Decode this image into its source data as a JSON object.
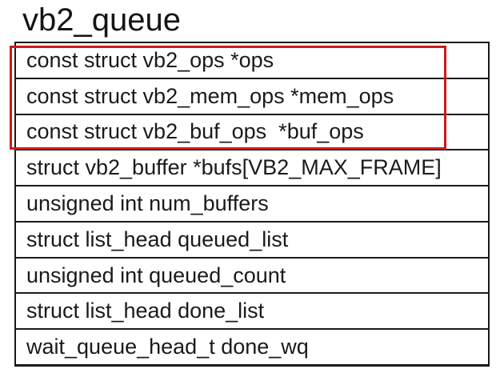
{
  "page": {
    "background_color": "#ffffff"
  },
  "diagram": {
    "title": "vb2_queue",
    "table": {
      "border_color": "#1a1a1a",
      "text_color": "#1a1a1a",
      "fields": [
        {
          "label": "const struct vb2_ops *ops",
          "highlighted": true
        },
        {
          "label": "const struct vb2_mem_ops *mem_ops",
          "highlighted": true
        },
        {
          "label": "const struct vb2_buf_ops  *buf_ops",
          "highlighted": true
        },
        {
          "label": "struct vb2_buffer *bufs[VB2_MAX_FRAME]",
          "highlighted": false
        },
        {
          "label": "unsigned int num_buffers",
          "highlighted": false
        },
        {
          "label": "struct list_head queued_list",
          "highlighted": false
        },
        {
          "label": "unsigned int queued_count",
          "highlighted": false
        },
        {
          "label": "struct list_head done_list",
          "highlighted": false
        },
        {
          "label": "wait_queue_head_t done_wq",
          "highlighted": false
        }
      ]
    },
    "highlight": {
      "color": "#d01818",
      "covers_fields": "rows 1-3 (ops, mem_ops, buf_ops)"
    }
  }
}
